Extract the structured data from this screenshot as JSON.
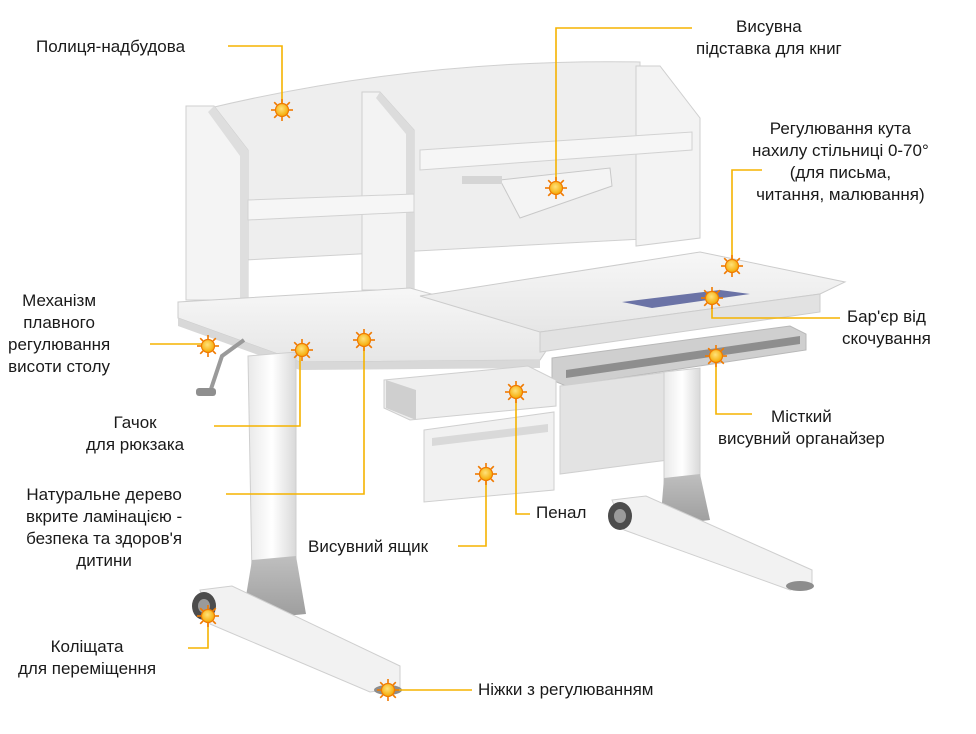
{
  "colors": {
    "accent": "#f5b301",
    "accent_ring": "#f07a00",
    "desk_white": "#f1f1f1",
    "desk_shadow": "#d6d6d6",
    "frame_gray": "#c9c9c9",
    "drawer_gray": "#bdbdbd",
    "pad_blue": "#6b73a6"
  },
  "labels": {
    "shelf": [
      "Полиця-надбудова"
    ],
    "book_stand": [
      "Висувна",
      "підставка для книг"
    ],
    "tilt": [
      "Регулювання кута",
      "нахилу стільниці 0-70°",
      "(для письма,",
      "читання, малювання)"
    ],
    "height_mech": [
      "Механізм",
      "плавного",
      "регулювання",
      "висоти столу"
    ],
    "barrier": [
      "Бар'єр від",
      "скочування"
    ],
    "hook": [
      "Гачок",
      "для рюкзака"
    ],
    "organizer": [
      "Місткий",
      "висувний органайзер"
    ],
    "wood": [
      "Натуральне дерево",
      "вкрите ламінацією -",
      "безпека та здоров'я",
      "дитини"
    ],
    "pencil_case": [
      "Пенал"
    ],
    "drawer": [
      "Висувний ящик"
    ],
    "wheels": [
      "Коліщата",
      "для переміщення"
    ],
    "legs": [
      "Ніжки з регулюванням"
    ]
  },
  "icons": [
    "sun-marker-icon"
  ]
}
